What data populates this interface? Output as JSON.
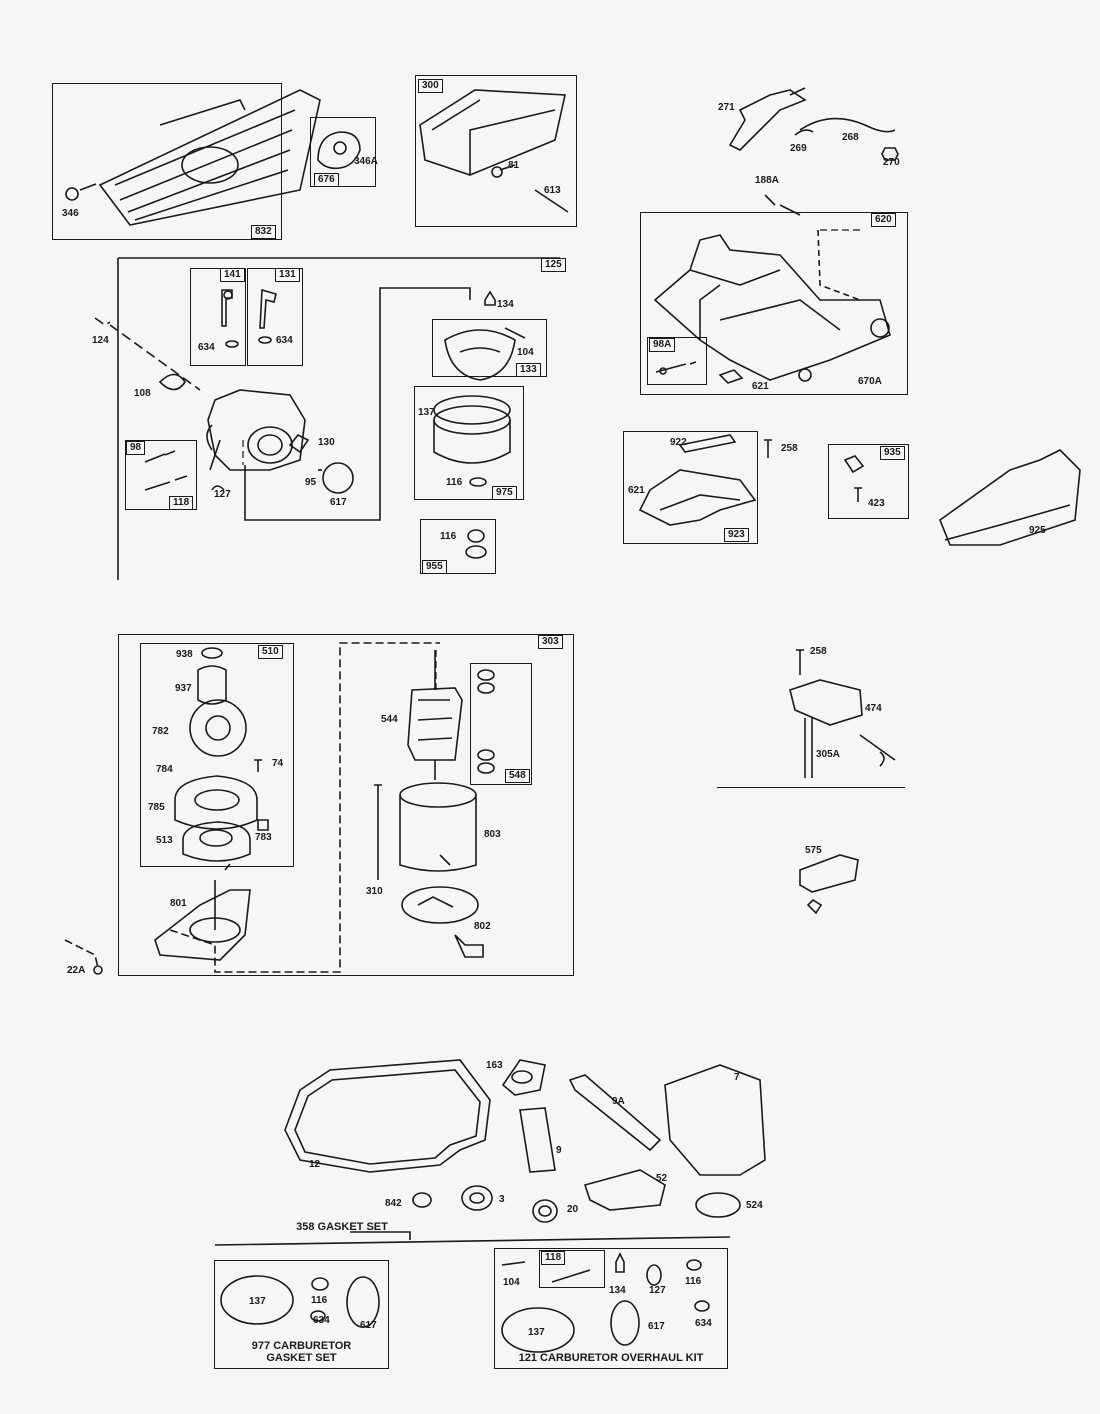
{
  "callouts": {
    "c832": "832",
    "c346": "346",
    "c676": "676",
    "c346A": "346A",
    "c300": "300",
    "c81": "81",
    "c613": "613",
    "c271": "271",
    "c269": "269",
    "c268": "268",
    "c270": "270",
    "c188A": "188A",
    "c620": "620",
    "c98A": "98A",
    "c621a": "621",
    "c670A": "670A",
    "c125": "125",
    "c141": "141",
    "c131": "131",
    "c634a": "634",
    "c634b": "634",
    "c124": "124",
    "c108": "108",
    "c130": "130",
    "c95": "95",
    "c617a": "617",
    "c127a": "127",
    "c98": "98",
    "c118a": "118",
    "c134a": "134",
    "c104a": "104",
    "c133": "133",
    "c137a": "137",
    "c116a": "116",
    "c975": "975",
    "c116b": "116",
    "c955": "955",
    "c922": "922",
    "c258a": "258",
    "c621b": "621",
    "c923": "923",
    "c935": "935",
    "c423": "423",
    "c925": "925",
    "c510": "510",
    "c938": "938",
    "c937": "937",
    "c782": "782",
    "c74": "74",
    "c784": "784",
    "c785": "785",
    "c513": "513",
    "c783": "783",
    "c801": "801",
    "c22A": "22A",
    "c303": "303",
    "c544": "544",
    "c548": "548",
    "c803": "803",
    "c310": "310",
    "c802": "802",
    "c258b": "258",
    "c474": "474",
    "c305A": "305A",
    "c575": "575",
    "c163": "163",
    "c7": "7",
    "c9A": "9A",
    "c9": "9",
    "c12": "12",
    "c52": "52",
    "c842": "842",
    "c3": "3",
    "c20": "20",
    "c524": "524",
    "c137b": "137",
    "c116c": "116",
    "c634c": "634",
    "c617b": "617",
    "c118b": "118",
    "c104b": "104",
    "c134b": "134",
    "c127b": "127",
    "c116d": "116",
    "c137c": "137",
    "c617c": "617",
    "c634d": "634"
  },
  "captions": {
    "gasket_set": "358 GASKET SET",
    "carb_gasket_line1": "977 CARBURETOR",
    "carb_gasket_line2": "GASKET SET",
    "overhaul_kit": "121 CARBURETOR OVERHAUL KIT"
  }
}
